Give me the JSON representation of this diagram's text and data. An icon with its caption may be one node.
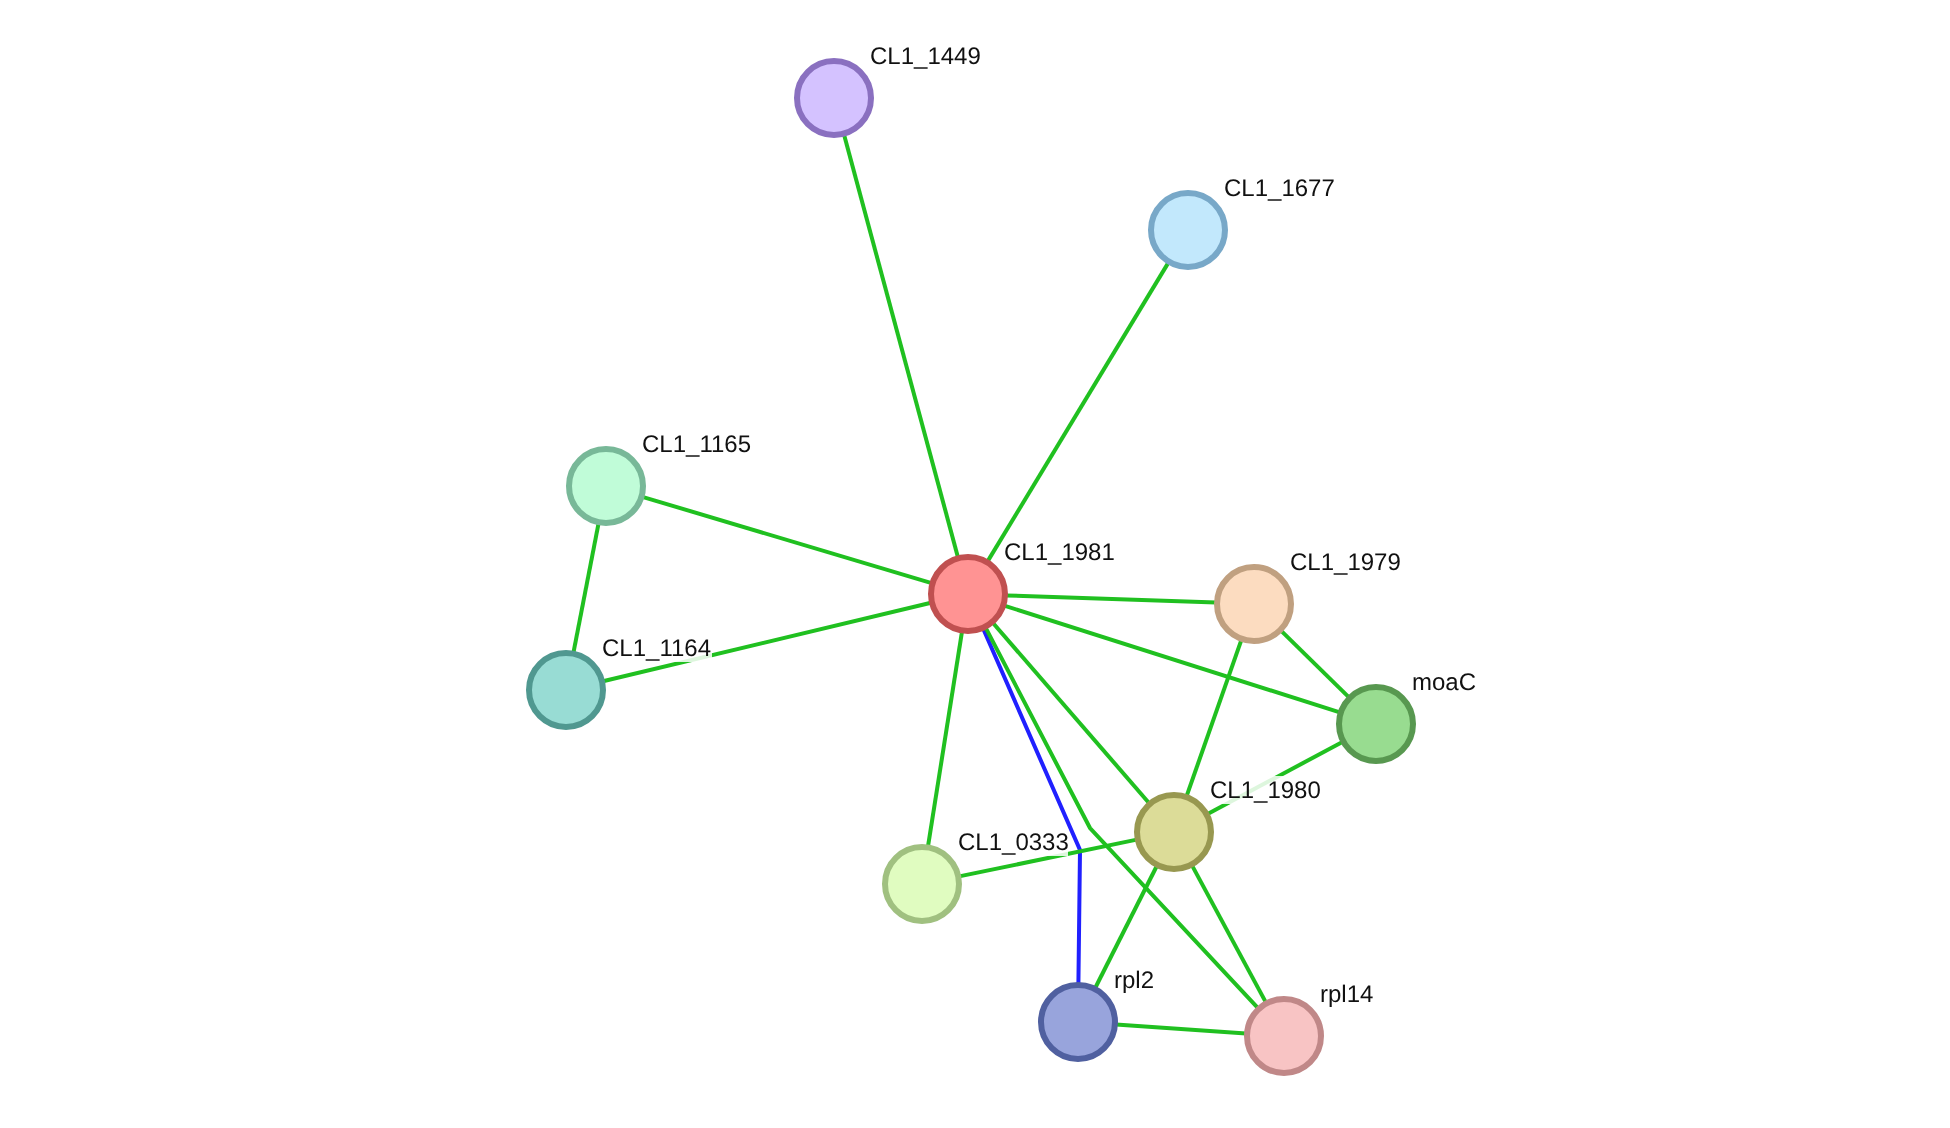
{
  "diagram": {
    "nodes": [
      {
        "text": [
          "CL1_1981"
        ]
      },
      {
        "text": [
          "CL1_1449"
        ]
      },
      {
        "text": [
          "CL1_1677"
        ]
      },
      {
        "text": [
          "CL1_1165"
        ]
      },
      {
        "text": [
          "CL1_1164"
        ]
      },
      {
        "text": [
          "CL1_1979"
        ]
      },
      {
        "text": [
          "moaC"
        ]
      },
      {
        "text": [
          "CL1_1980"
        ]
      },
      {
        "text": [
          "CL1_0333"
        ]
      },
      {
        "text": [
          "rpl2"
        ]
      },
      {
        "text": [
          "rpl14"
        ]
      }
    ],
    "edges": [
      {
        "from": 0,
        "to": 1,
        "arrow": "none"
      },
      {
        "from": 0,
        "to": 2,
        "arrow": "none"
      },
      {
        "from": 0,
        "to": 3,
        "arrow": "none"
      },
      {
        "from": 0,
        "to": 4,
        "arrow": "none"
      },
      {
        "from": 3,
        "to": 4,
        "arrow": "none"
      },
      {
        "from": 0,
        "to": 5,
        "arrow": "none"
      },
      {
        "from": 0,
        "to": 6,
        "arrow": "none"
      },
      {
        "from": 0,
        "to": 7,
        "arrow": "none"
      },
      {
        "from": 0,
        "to": 8,
        "arrow": "none"
      },
      {
        "from": 0,
        "to": 9,
        "arrow": "none",
        "color": "#2020ff"
      },
      {
        "from": 0,
        "to": 10,
        "arrow": "none"
      },
      {
        "from": 5,
        "to": 6,
        "arrow": "none"
      },
      {
        "from": 5,
        "to": 7,
        "arrow": "none"
      },
      {
        "from": 6,
        "to": 7,
        "arrow": "none"
      },
      {
        "from": 7,
        "to": 8,
        "arrow": "none"
      },
      {
        "from": 7,
        "to": 9,
        "arrow": "none"
      },
      {
        "from": 7,
        "to": 10,
        "arrow": "none"
      },
      {
        "from": 9,
        "to": 10,
        "arrow": "none"
      }
    ]
  }
}
